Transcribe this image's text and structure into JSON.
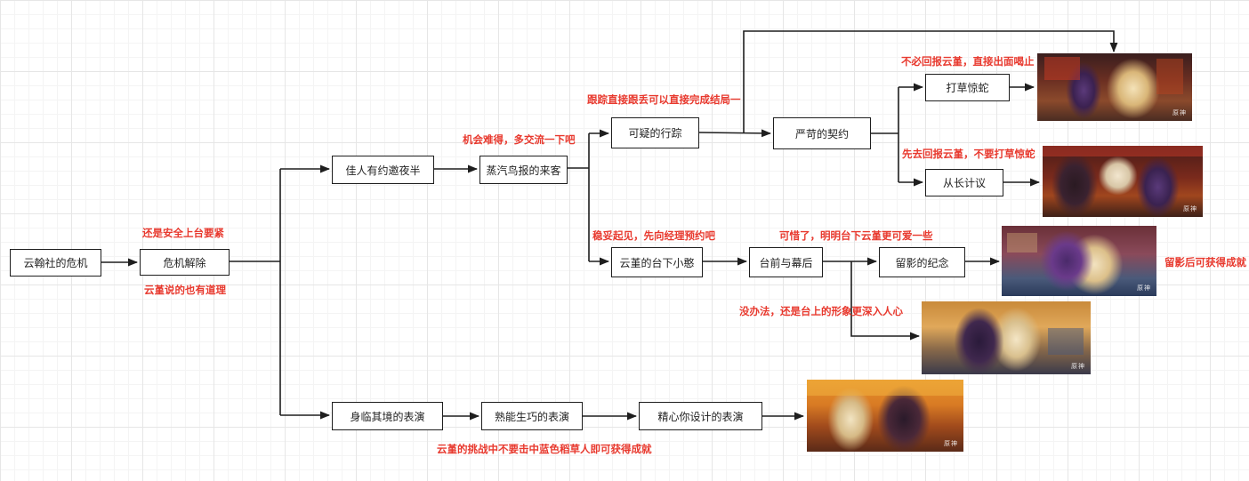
{
  "nodes": {
    "start": "云翰社的危机",
    "resolve": "危机解除",
    "invite": "佳人有约邀夜半",
    "steam": "蒸汽鸟报的来客",
    "suspicious": "可疑的行踪",
    "contract": "严苛的契约",
    "startle": "打草惊蛇",
    "longplan": "从长计议",
    "stage_shy": "云堇的台下小憨",
    "backstage": "台前与幕后",
    "memento": "留影的纪念",
    "immersive": "身临其境的表演",
    "skilled": "熟能生巧的表演",
    "designed": "精心你设计的表演"
  },
  "notes": {
    "safe_on_stage": "还是安全上台要紧",
    "yunjin_right": "云堇说的也有道理",
    "rare_chance": "机会难得，多交流一下吧",
    "follow_direct": "跟踪直接跟丢可以直接完成结局一",
    "no_report": "不必回报云堇，直接出面喝止",
    "report_first": "先去回报云堇，不要打草惊蛇",
    "steady_manager": "稳妥起见，先向经理预约吧",
    "pity_cute": "可惜了，明明台下云堇更可爱一些",
    "achievement_photo": "留影后可获得成就",
    "no_choice": "没办法，还是台上的形象更深入人心",
    "challenge_hint": "云堇的挑战中不要击中蓝色稻草人即可获得成就"
  },
  "screenshots": [
    {
      "id": "startle",
      "scene": "street-night"
    },
    {
      "id": "longplan",
      "scene": "teahouse"
    },
    {
      "id": "memento",
      "scene": "selfie"
    },
    {
      "id": "backstage_alt",
      "scene": "stage-pose"
    },
    {
      "id": "performance",
      "scene": "autumn-stage"
    }
  ],
  "watermark": "原神",
  "colors": {
    "note": "#e8392e",
    "line": "#1e1e1e",
    "box_border": "#1e1e1e"
  }
}
